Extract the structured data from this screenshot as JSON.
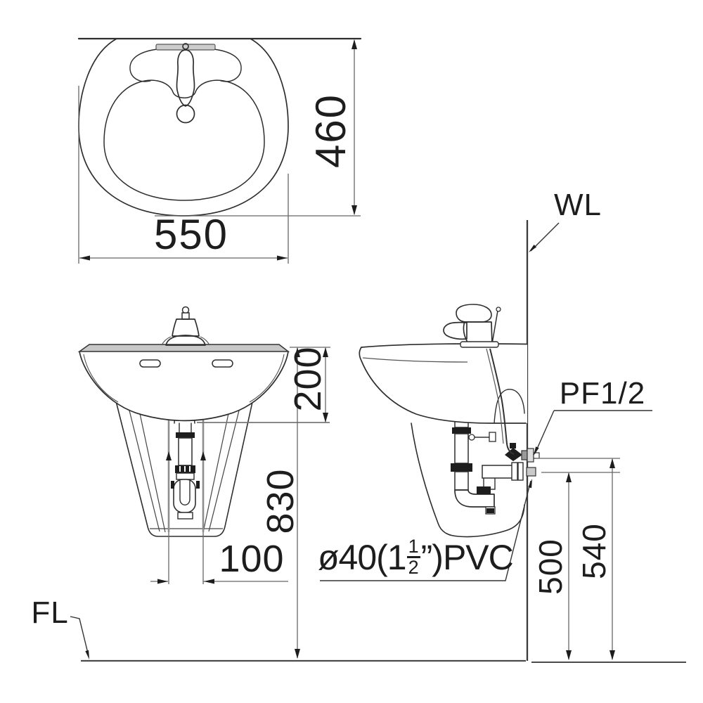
{
  "background_color": "#ffffff",
  "ink_color": "#2e2e2e",
  "dim_line_color": "#666666",
  "rim_fill_color": "#c8c8c8",
  "labels": {
    "top_width": "550",
    "top_depth": "460",
    "basin_depth": "200",
    "rim_height": "830",
    "drain_offset": "100",
    "outlet_height": "500",
    "supply_height": "540",
    "wall_line": "WL",
    "floor_line": "FL",
    "supply_fitting": "PF1/2",
    "pvc_prefix": "ø40(1",
    "pvc_fraction_numerator": "1",
    "pvc_fraction_denominator": "2",
    "pvc_suffix": "”)PVC"
  }
}
